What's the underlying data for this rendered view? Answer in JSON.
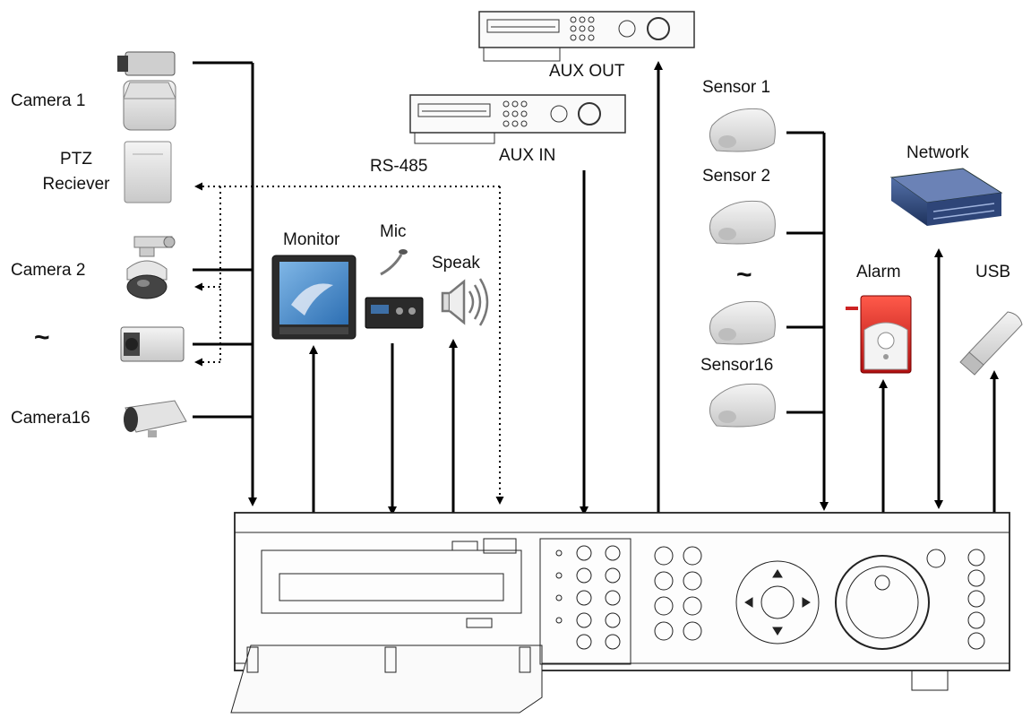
{
  "labels": {
    "camera1": "Camera 1",
    "ptz_line1": "PTZ",
    "ptz_line2": "Reciever",
    "camera2": "Camera 2",
    "camera16": "Camera16",
    "rs485": "RS-485",
    "monitor": "Monitor",
    "mic": "Mic",
    "speak": "Speak",
    "aux_out": "AUX OUT",
    "aux_in": "AUX IN",
    "sensor1": "Sensor 1",
    "sensor2": "Sensor 2",
    "sensor16": "Sensor16",
    "network": "Network",
    "alarm": "Alarm",
    "usb": "USB",
    "tilde": "~"
  }
}
